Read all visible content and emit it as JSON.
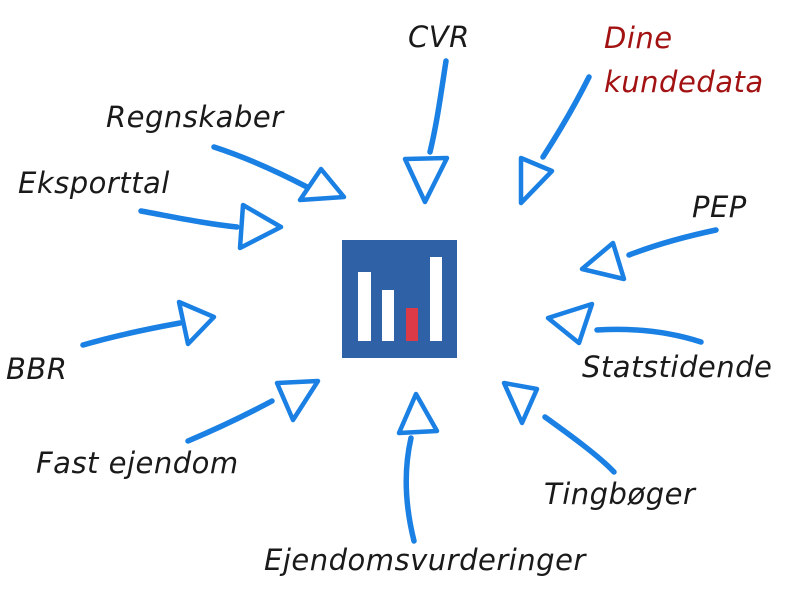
{
  "labels": {
    "cvr": "CVR",
    "dine_kundedata": {
      "line1": "Dine",
      "line2": "kundedata"
    },
    "regnskaber": "Regnskaber",
    "eksporttal": "Eksporttal",
    "pep": "PEP",
    "bbr": "BBR",
    "statstidende": "Statstidende",
    "fast_ejendom": "Fast ejendom",
    "tingboeger": "Tingbøger",
    "ejendomsvurderinger": "Ejendomsvurderinger"
  },
  "center_icon": {
    "name": "bar-chart-icon",
    "bars": [
      {
        "color": "#ffffff",
        "relative_height": 69
      },
      {
        "color": "#ffffff",
        "relative_height": 51
      },
      {
        "color": "#dc3a46",
        "relative_height": 33
      },
      {
        "color": "#ffffff",
        "relative_height": 84
      }
    ]
  },
  "colors": {
    "arrow_blue": "#1a80e4",
    "icon_background_blue": "#2e61a5",
    "icon_red_bar": "#dc3a46",
    "label_black": "#1a1a1a",
    "highlight_red": "#a31212",
    "background": "#ffffff"
  }
}
